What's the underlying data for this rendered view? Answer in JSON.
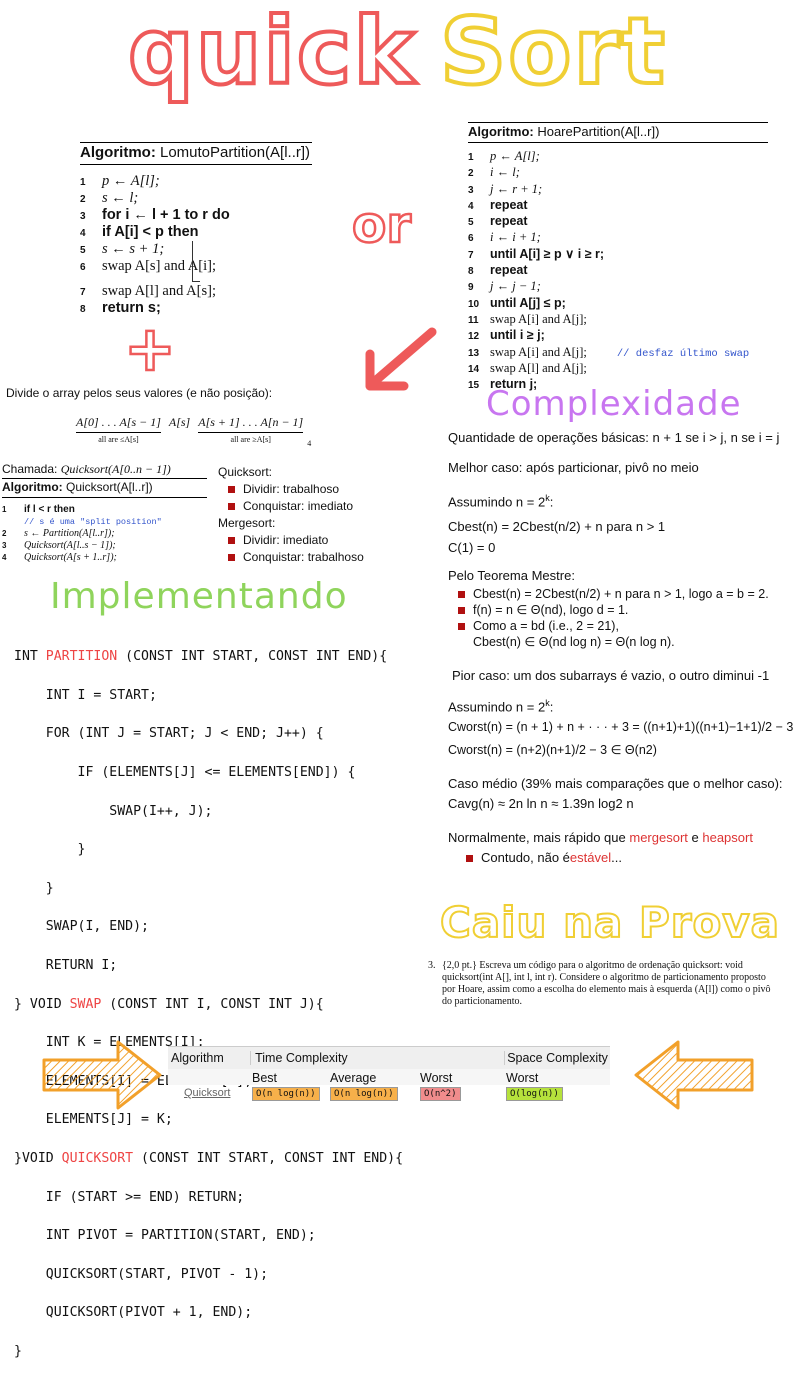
{
  "header": {
    "title_part1": "quick",
    "title_part2": "Sort"
  },
  "or_label": "or",
  "plus_label": "+",
  "lomuto": {
    "title_bold": "Algoritmo:",
    "title_rest": " LomutoPartition(A[l..r])",
    "lines": [
      {
        "n": "1",
        "t": "p ← A[l];"
      },
      {
        "n": "2",
        "t": "s ← l;"
      },
      {
        "n": "3",
        "t": "for i ← l + 1 to r do"
      },
      {
        "n": "4",
        "t": "if A[i] < p then"
      },
      {
        "n": "5",
        "t": "s ← s + 1;"
      },
      {
        "n": "6",
        "t": "swap A[s] and A[i];"
      },
      {
        "n": "7",
        "t": "swap A[l] and A[s];"
      },
      {
        "n": "8",
        "t": "return s;"
      }
    ]
  },
  "hoare": {
    "title_bold": "Algoritmo:",
    "title_rest": " HoarePartition(A[l..r])",
    "lines": [
      {
        "n": "1",
        "t": "p ← A[l];"
      },
      {
        "n": "2",
        "t": "i ← l;"
      },
      {
        "n": "3",
        "t": "j ← r + 1;"
      },
      {
        "n": "4",
        "t": "repeat"
      },
      {
        "n": "5",
        "t": "repeat"
      },
      {
        "n": "6",
        "t": "i ← i + 1;"
      },
      {
        "n": "7",
        "t": "until A[i] ≥ p ∨ i ≥ r;"
      },
      {
        "n": "8",
        "t": "repeat"
      },
      {
        "n": "9",
        "t": "j ← j − 1;"
      },
      {
        "n": "10",
        "t": "until A[j] ≤ p;"
      },
      {
        "n": "11",
        "t": "swap A[i] and A[j];"
      },
      {
        "n": "12",
        "t": "until i ≥ j;"
      },
      {
        "n": "13",
        "t": "swap A[i] and A[j];"
      },
      {
        "n": "14",
        "t": "swap A[l] and A[j];"
      },
      {
        "n": "15",
        "t": "return j;"
      }
    ],
    "comment": "// desfaz último swap"
  },
  "divide": {
    "text": "Divide o array pelos seus valores (e não posição):",
    "left": "A[0] . . . A[s − 1]",
    "left_sub": "all are ≤A[s]",
    "mid": "A[s]",
    "right": "A[s + 1] . . . A[n − 1]",
    "right_sub": "all are ≥A[s]",
    "footnote": "4"
  },
  "quicksort_algo": {
    "call_label": "Chamada: ",
    "call_value": "Quicksort(A[0..n − 1])",
    "title_bold": "Algoritmo:",
    "title_rest": " Quicksort(A[l..r])",
    "lines": [
      {
        "n": "1",
        "t": "if l < r then"
      },
      {
        "n": "",
        "t": "// s é uma \"split position\""
      },
      {
        "n": "2",
        "t": "s ← Partition(A[l..r]);"
      },
      {
        "n": "3",
        "t": "Quicksort(A[l..s − 1]);"
      },
      {
        "n": "4",
        "t": "Quicksort(A[s + 1..r]);"
      }
    ]
  },
  "compare": {
    "quick_title": "Quicksort:",
    "quick_items": [
      "Dividir: trabalhoso",
      "Conquistar: imediato"
    ],
    "merge_title": "Mergesort:",
    "merge_items": [
      "Dividir: imediato",
      "Conquistar: trabalhoso"
    ]
  },
  "implementando": {
    "title": "Implementando",
    "code_lines": [
      [
        "INT ",
        "PARTITION",
        " (CONST INT START, CONST INT END){"
      ],
      [
        "    INT I = START;"
      ],
      [
        "    FOR (INT J = START; J < END; J++) {"
      ],
      [
        "        IF (ELEMENTS[J] <= ELEMENTS[END]) {"
      ],
      [
        "            SWAP(I++, J);"
      ],
      [
        "        }"
      ],
      [
        "    }"
      ],
      [
        "    SWAP(I, END);"
      ],
      [
        "    RETURN I;"
      ],
      [
        "} VOID ",
        "SWAP",
        " (CONST INT I, CONST INT J){"
      ],
      [
        "    INT K = ELEMENTS[I];"
      ],
      [
        "    ELEMENTS[I] = ELEMENTS[J];"
      ],
      [
        "    ELEMENTS[J] = K;"
      ],
      [
        "}VOID ",
        "QUICKSORT",
        " (CONST INT START, CONST INT END){"
      ],
      [
        "    IF (START >= END) RETURN;"
      ],
      [
        "    INT PIVOT = PARTITION(START, END);"
      ],
      [
        "    QUICKSORT(START, PIVOT - 1);"
      ],
      [
        "    QUICKSORT(PIVOT + 1, END);"
      ],
      [
        "}"
      ]
    ]
  },
  "complexidade": {
    "title": "Complexidade",
    "ops": "Quantidade de operações básicas: n + 1 se i > j, n se i = j",
    "best_case": "Melhor caso: após particionar, pivô no meio",
    "assume1": "Assumindo n = 2",
    "assume1_exp": "k",
    "assume1_tail": ":",
    "rec1": "Cbest(n) = 2Cbest(n/2) + n para n > 1",
    "rec2": "C(1) = 0",
    "master": "Pelo Teorema Mestre:",
    "master_items": [
      "Cbest(n) = 2Cbest(n/2) + n para n > 1, logo a = b = 2.",
      "f(n) = n ∈ Θ(nd), logo d = 1.",
      "Como a = bd (i.e., 2 = 21),",
      "Cbest(n) ∈ Θ(nd log n) = Θ(n log n)."
    ],
    "worst_case": "Pior caso: um dos subarrays é vazio, o outro diminui -1",
    "assume2": "Assumindo n = 2",
    "assume2_exp": "k",
    "assume2_tail": ":",
    "worst1": "Cworst(n) = (n + 1) + n + · · · + 3 = ((n+1)+1)((n+1)−1+1)/2 − 3",
    "worst2": "Cworst(n) = (n+2)(n+1)/2 − 3 ∈ Θ(n2)",
    "avg_case": "Caso médio (39% mais comparações que o melhor caso):",
    "avg": "Cavg(n) ≈ 2n ln n ≈ 1.39n log2 n",
    "normal_prefix": "Normalmente, mais rápido que ",
    "normal_merge": "mergesort",
    "normal_and": " e ",
    "normal_heap": "heapsort",
    "contudo_prefix": "Contudo, não é ",
    "contudo_red": "estável",
    "contudo_suffix": "..."
  },
  "prova": {
    "title": "Caiu na Prova",
    "number": "3.",
    "text": "{2,0 pt.} Escreva um código para o algoritmo de ordenação quicksort: void quicksort(int A[], int l, int r). Considere o algoritmo de particionamento proposto por Hoare, assim como a escolha do elemento mais à esquerda (A[l]) como o pivô do particionamento."
  },
  "table": {
    "headers": [
      "Algorithm",
      "Time Complexity",
      "Space Complexity"
    ],
    "subheaders": [
      "Best",
      "Average",
      "Worst",
      "Worst"
    ],
    "row_name": "Quicksort",
    "cells": [
      "O(n log(n))",
      "O(n log(n))",
      "O(n^2)",
      "O(log(n))"
    ],
    "cell_colors": [
      "#f7b04a",
      "#f7b04a",
      "#f08c8c",
      "#b6e23c"
    ]
  },
  "colors": {
    "red": "#ee5a5a",
    "yellow": "#f0cf34",
    "purple": "#c876f0",
    "green": "#8fd45c",
    "arrow_orange": "#f2a02a"
  }
}
